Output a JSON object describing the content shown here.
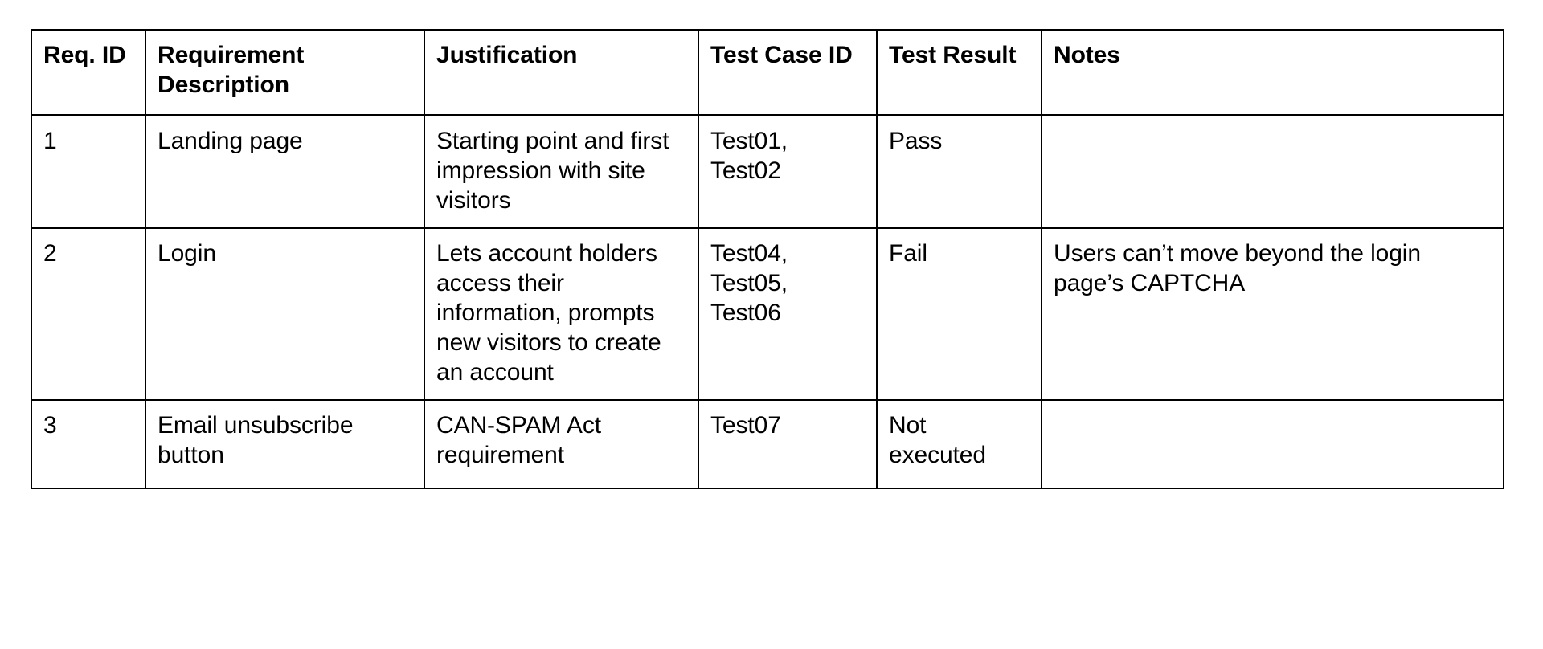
{
  "document": {
    "table_name": "requirements-traceability-matrix",
    "text_color": "#000000",
    "background_color": "#ffffff",
    "border_color": "#000000"
  },
  "table": {
    "columns": [
      {
        "key": "req_id",
        "label": "Req. ID"
      },
      {
        "key": "description",
        "label": "Requirement Description"
      },
      {
        "key": "justification",
        "label": "Justification"
      },
      {
        "key": "test_case_id",
        "label": "Test Case ID"
      },
      {
        "key": "test_result",
        "label": "Test Result"
      },
      {
        "key": "notes",
        "label": "Notes"
      }
    ],
    "rows": [
      {
        "req_id": "1",
        "description": "Landing page",
        "justification": "Starting point and first impression with site visitors",
        "test_case_id": "Test01,\nTest02",
        "test_result": "Pass",
        "notes": ""
      },
      {
        "req_id": "2",
        "description": "Login",
        "justification": "Lets account holders access their information, prompts new visitors to create an account",
        "test_case_id": "Test04,\nTest05,\nTest06",
        "test_result": "Fail",
        "notes": "Users can’t move beyond the login page’s CAPTCHA"
      },
      {
        "req_id": "3",
        "description": "Email unsubscribe button",
        "justification": "CAN-SPAM Act requirement",
        "test_case_id": "Test07",
        "test_result": "Not executed",
        "notes": ""
      }
    ]
  }
}
